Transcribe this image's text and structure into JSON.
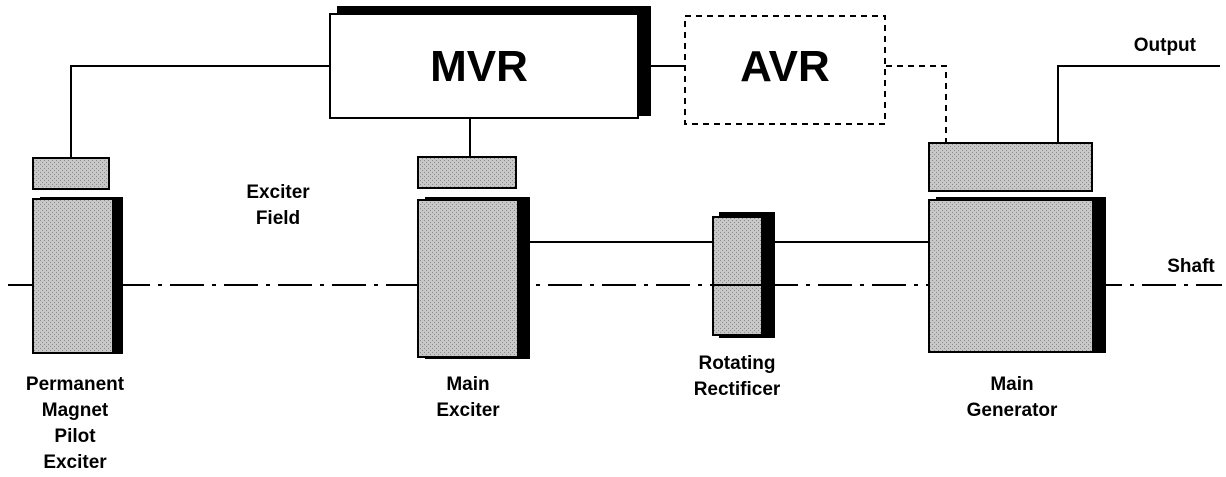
{
  "labels": {
    "mvr": "MVR",
    "avr": "AVR",
    "output": "Output",
    "shaft": "Shaft",
    "exciter_field": [
      "Exciter",
      "Field"
    ],
    "pmg": [
      "Permanent",
      "Magnet",
      "Pilot",
      "Exciter"
    ],
    "main_exciter": [
      "Main",
      "Exciter"
    ],
    "rectifier": [
      "Rotating",
      "Rectificer"
    ],
    "main_generator": [
      "Main",
      "Generator"
    ]
  },
  "colors": {
    "fill_gray": "#c8c8c8",
    "dot_dark": "#8a8a8a",
    "ink": "#000000"
  }
}
